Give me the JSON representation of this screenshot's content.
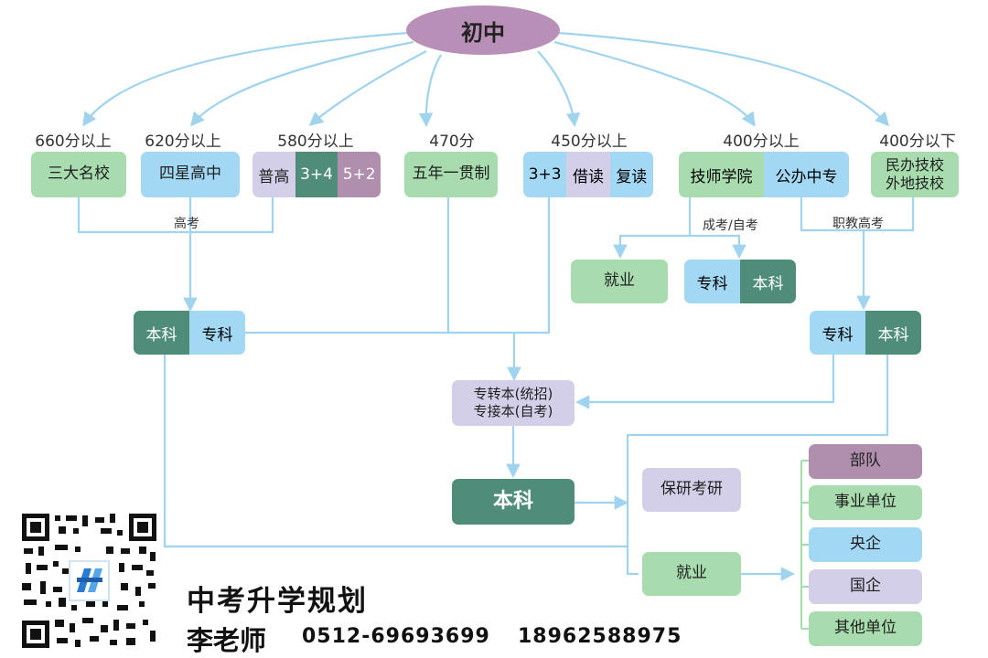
{
  "root": "初中",
  "scores": {
    "s660": "660分以上",
    "s620": "620分以上",
    "s580": "580分以上",
    "s470": "470分",
    "s450": "450分以上",
    "s400a": "400分以上",
    "s400b": "400分以下"
  },
  "schools": {
    "sanda": "三大名校",
    "sixing": "四星高中",
    "putong": "普高",
    "p34": "3+4",
    "p52": "5+2",
    "wunian": "五年一贯制",
    "p33": "3+3",
    "jiedu": "借读",
    "fudu": "复读",
    "jishi": "技师学院",
    "gongban": "公办中专",
    "minban1": "民办技校",
    "minban2": "外地技校"
  },
  "labels": {
    "gaokao": "高考",
    "chengkao": "成考/自考",
    "zhijiao": "职教高考"
  },
  "outcomes": {
    "left_benke": "本科",
    "left_zhuanke": "专科",
    "jiuye_mid": "就业",
    "mid_zhuanke": "专科",
    "mid_benke": "本科",
    "right_zhuanke": "专科",
    "right_benke": "本科",
    "zhuanben1": "专转本(统招)",
    "zhuanben2": "专接本(自考)",
    "big_benke": "本科",
    "baoyan": "保研考研",
    "jiuye_bottom": "就业"
  },
  "employers": [
    "部队",
    "事业单位",
    "央企",
    "国企",
    "其他单位"
  ],
  "promo": {
    "title": "中考升学规划",
    "name": "李老师",
    "phone1": "0512-69693699",
    "phone2": "18962588975"
  },
  "colors": {
    "arrow": "#9fd3ee",
    "green": "#a8dcaf",
    "blue": "#a3d8f4",
    "lavender": "#d4cfe8",
    "dark_teal": "#4f8c79",
    "mauve": "#b08fae"
  }
}
